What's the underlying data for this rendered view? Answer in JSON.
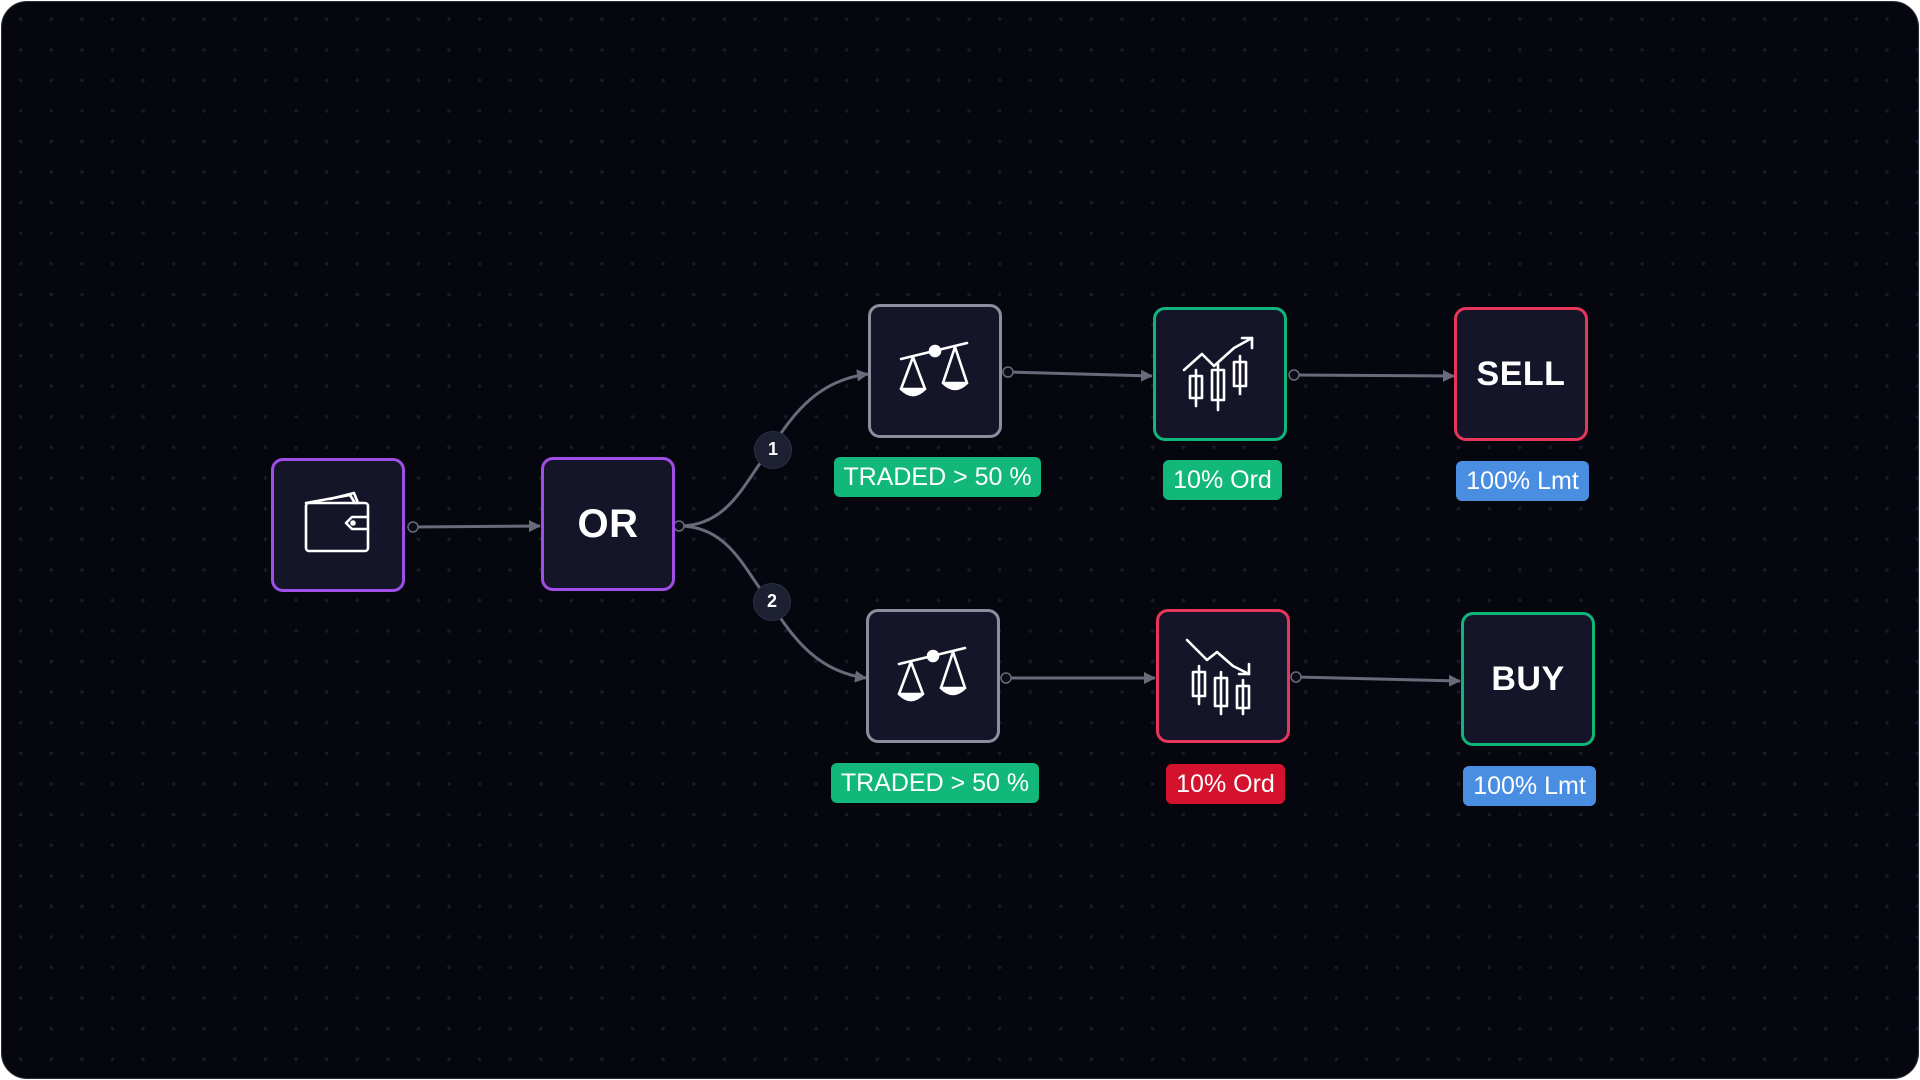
{
  "nodes": {
    "wallet": {
      "icon": "wallet-icon"
    },
    "or": {
      "label": "OR"
    },
    "scale_top": {
      "icon": "balance-scale-icon"
    },
    "scale_bottom": {
      "icon": "balance-scale-icon"
    },
    "chart_up": {
      "icon": "candlestick-chart-up-icon"
    },
    "chart_down": {
      "icon": "candlestick-chart-down-icon"
    },
    "sell": {
      "label": "SELL"
    },
    "buy": {
      "label": "BUY"
    }
  },
  "tags": {
    "scale_top": "TRADED > 50 %",
    "scale_bottom": "TRADED > 50 %",
    "chart_up": "10% Ord",
    "chart_down": "10% Ord",
    "sell": "100% Lmt",
    "buy": "100% Lmt"
  },
  "badges": {
    "branch_1": "1",
    "branch_2": "2"
  },
  "colors": {
    "background": "#06060f",
    "node_fill": "#15152a",
    "purple": "#a04ee8",
    "grey": "#8c8e9e",
    "green": "#10b57a",
    "red": "#e8365a",
    "tag_green": "#12b87a",
    "tag_red": "#d4122e",
    "tag_blue": "#4a8ee2",
    "edge": "#6a6b7a"
  }
}
